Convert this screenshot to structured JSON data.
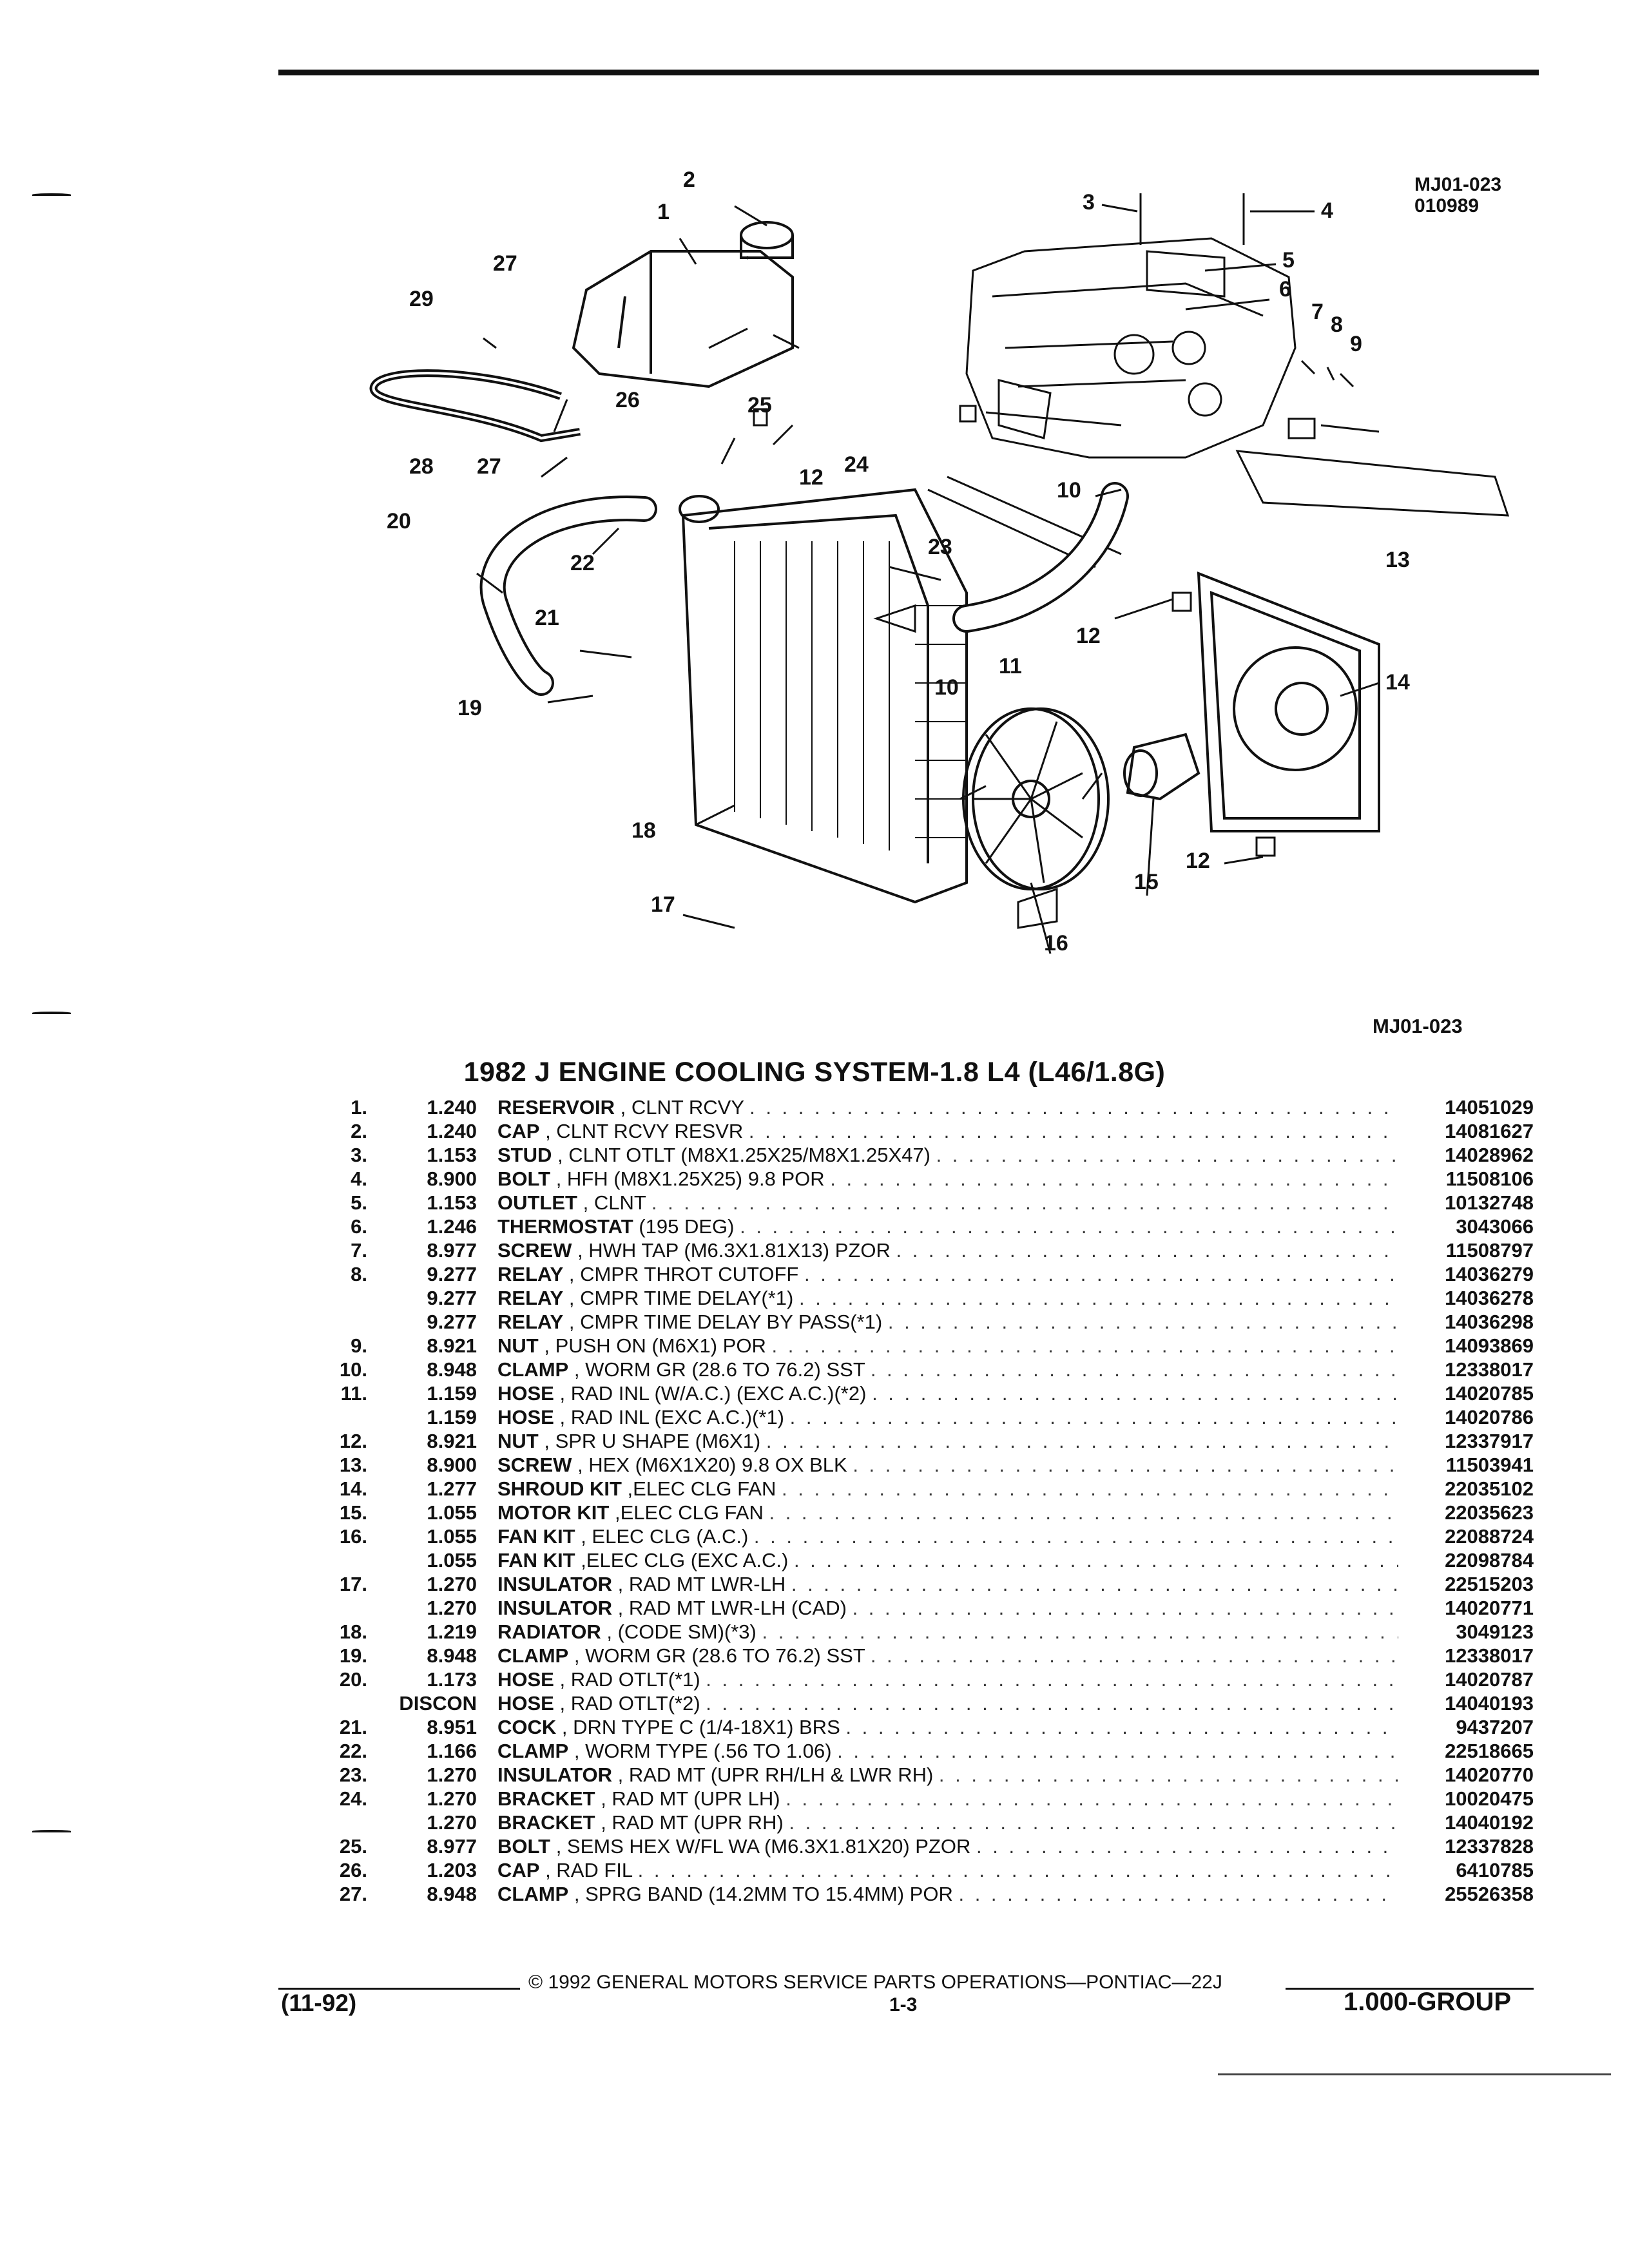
{
  "diagram": {
    "ref_code": "MJ01-023",
    "ref_date": "010989",
    "callouts": [
      "1",
      "2",
      "3",
      "4",
      "5",
      "6",
      "7",
      "8",
      "9",
      "10",
      "10",
      "11",
      "12",
      "12",
      "12",
      "13",
      "14",
      "15",
      "16",
      "17",
      "18",
      "19",
      "20",
      "21",
      "22",
      "23",
      "24",
      "25",
      "26",
      "27",
      "27",
      "28",
      "29"
    ]
  },
  "caption_code": "MJ01-023",
  "title": "1982 J ENGINE COOLING SYSTEM-1.8 L4 (L46/1.8G)",
  "parts": [
    {
      "num": "1.",
      "code": "1.240",
      "name": "RESERVOIR",
      "desc": ", CLNT RCVY",
      "pn": "14051029"
    },
    {
      "num": "2.",
      "code": "1.240",
      "name": "CAP",
      "desc": ", CLNT RCVY RESVR",
      "pn": "14081627"
    },
    {
      "num": "3.",
      "code": "1.153",
      "name": "STUD",
      "desc": ", CLNT OTLT (M8X1.25X25/M8X1.25X47)",
      "pn": "14028962"
    },
    {
      "num": "4.",
      "code": "8.900",
      "name": "BOLT",
      "desc": ", HFH (M8X1.25X25) 9.8 POR",
      "pn": "11508106"
    },
    {
      "num": "5.",
      "code": "1.153",
      "name": "OUTLET",
      "desc": ", CLNT",
      "pn": "10132748"
    },
    {
      "num": "6.",
      "code": "1.246",
      "name": "THERMOSTAT",
      "desc": "(195 DEG)",
      "pn": "3043066"
    },
    {
      "num": "7.",
      "code": "8.977",
      "name": "SCREW",
      "desc": ", HWH TAP (M6.3X1.81X13) PZOR",
      "pn": "11508797"
    },
    {
      "num": "8.",
      "code": "9.277",
      "name": "RELAY",
      "desc": ", CMPR THROT CUTOFF",
      "pn": "14036279"
    },
    {
      "num": "",
      "code": "9.277",
      "name": "RELAY",
      "desc": ", CMPR TIME DELAY(*1)",
      "pn": "14036278"
    },
    {
      "num": "",
      "code": "9.277",
      "name": "RELAY",
      "desc": ", CMPR TIME DELAY BY PASS(*1)",
      "pn": "14036298"
    },
    {
      "num": "9.",
      "code": "8.921",
      "name": "NUT",
      "desc": ", PUSH ON (M6X1) POR",
      "pn": "14093869"
    },
    {
      "num": "10.",
      "code": "8.948",
      "name": "CLAMP",
      "desc": ", WORM GR (28.6 TO 76.2) SST",
      "pn": "12338017"
    },
    {
      "num": "11.",
      "code": "1.159",
      "name": "HOSE",
      "desc": ", RAD INL (W/A.C.) (EXC A.C.)(*2)",
      "pn": "14020785"
    },
    {
      "num": "",
      "code": "1.159",
      "name": "HOSE",
      "desc": ", RAD INL (EXC A.C.)(*1)",
      "pn": "14020786"
    },
    {
      "num": "12.",
      "code": "8.921",
      "name": "NUT",
      "desc": ", SPR U SHAPE (M6X1)",
      "pn": "12337917"
    },
    {
      "num": "13.",
      "code": "8.900",
      "name": "SCREW",
      "desc": ", HEX (M6X1X20) 9.8 OX BLK",
      "pn": "11503941"
    },
    {
      "num": "14.",
      "code": "1.277",
      "name": "SHROUD KIT",
      "desc": ",ELEC CLG FAN",
      "pn": "22035102"
    },
    {
      "num": "15.",
      "code": "1.055",
      "name": "MOTOR KIT",
      "desc": ",ELEC CLG FAN",
      "pn": "22035623"
    },
    {
      "num": "16.",
      "code": "1.055",
      "name": "FAN KIT",
      "desc": ", ELEC CLG (A.C.)",
      "pn": "22088724"
    },
    {
      "num": "",
      "code": "1.055",
      "name": "FAN KIT",
      "desc": ",ELEC CLG (EXC A.C.)",
      "pn": "22098784"
    },
    {
      "num": "17.",
      "code": "1.270",
      "name": "INSULATOR",
      "desc": ", RAD MT LWR-LH",
      "pn": "22515203"
    },
    {
      "num": "",
      "code": "1.270",
      "name": "INSULATOR",
      "desc": ", RAD MT LWR-LH (CAD)",
      "pn": "14020771"
    },
    {
      "num": "18.",
      "code": "1.219",
      "name": "RADIATOR",
      "desc": ", (CODE SM)(*3)",
      "pn": "3049123"
    },
    {
      "num": "19.",
      "code": "8.948",
      "name": "CLAMP",
      "desc": ", WORM GR (28.6 TO 76.2) SST",
      "pn": "12338017"
    },
    {
      "num": "20.",
      "code": "1.173",
      "name": "HOSE",
      "desc": ", RAD OTLT(*1)",
      "pn": "14020787"
    },
    {
      "num": "",
      "code": "DISCON",
      "name": "HOSE",
      "desc": ", RAD OTLT(*2)",
      "pn": "14040193"
    },
    {
      "num": "21.",
      "code": "8.951",
      "name": "COCK",
      "desc": ", DRN TYPE C (1/4-18X1) BRS",
      "pn": "9437207"
    },
    {
      "num": "22.",
      "code": "1.166",
      "name": "CLAMP",
      "desc": ", WORM TYPE (.56 TO 1.06)",
      "pn": "22518665"
    },
    {
      "num": "23.",
      "code": "1.270",
      "name": "INSULATOR",
      "desc": ", RAD MT (UPR RH/LH & LWR RH)",
      "pn": "14020770"
    },
    {
      "num": "24.",
      "code": "1.270",
      "name": "BRACKET",
      "desc": ", RAD MT (UPR LH)",
      "pn": "10020475"
    },
    {
      "num": "",
      "code": "1.270",
      "name": "BRACKET",
      "desc": ", RAD MT (UPR RH)",
      "pn": "14040192"
    },
    {
      "num": "25.",
      "code": "8.977",
      "name": "BOLT",
      "desc": ", SEMS HEX W/FL WA (M6.3X1.81X20) PZOR",
      "pn": "12337828"
    },
    {
      "num": "26.",
      "code": "1.203",
      "name": "CAP",
      "desc": ", RAD FIL",
      "pn": "6410785"
    },
    {
      "num": "27.",
      "code": "8.948",
      "name": "CLAMP",
      "desc": ", SPRG BAND (14.2MM TO 15.4MM) POR",
      "pn": "25526358"
    }
  ],
  "footer": {
    "copyright": "© 1992 GENERAL MOTORS SERVICE PARTS OPERATIONS—PONTIAC—22J",
    "revision": "(11-92)",
    "page": "1-3",
    "group": "1.000-GROUP"
  }
}
